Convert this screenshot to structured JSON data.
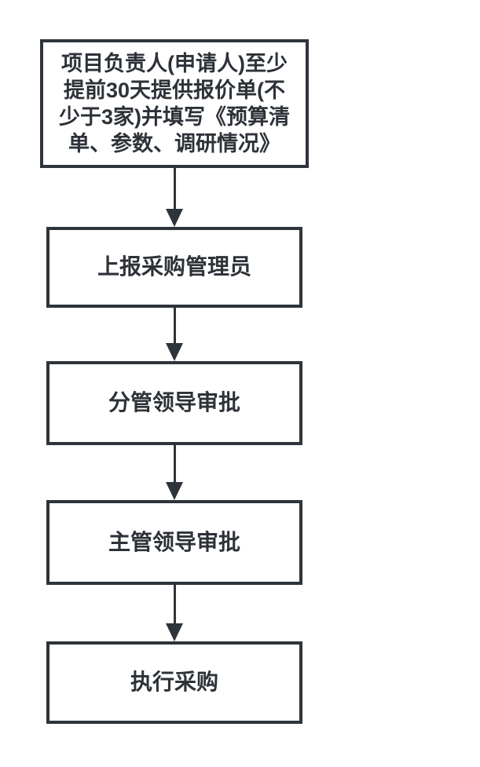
{
  "diagram": {
    "type": "flowchart",
    "direction": "top-down",
    "colors": {
      "background": "#ffffff",
      "node_fill": "#ffffff",
      "line": "#2e343a",
      "text": "#2d3238"
    },
    "nodes": [
      {
        "id": "prepare-quotes",
        "label": "项目负责人(申请人)至少\n提前30天提供报价单(不\n少于3家)并填写《预算清\n单、参数、调研情况》"
      },
      {
        "id": "report-procurement-admin",
        "label": "上报采购管理员"
      },
      {
        "id": "branch-leader-approval",
        "label": "分管领导审批"
      },
      {
        "id": "chief-leader-approval",
        "label": "主管领导审批"
      },
      {
        "id": "execute-procurement",
        "label": "执行采购"
      }
    ],
    "edges": [
      {
        "from": "prepare-quotes",
        "to": "report-procurement-admin"
      },
      {
        "from": "report-procurement-admin",
        "to": "branch-leader-approval"
      },
      {
        "from": "branch-leader-approval",
        "to": "chief-leader-approval"
      },
      {
        "from": "chief-leader-approval",
        "to": "execute-procurement"
      }
    ]
  }
}
